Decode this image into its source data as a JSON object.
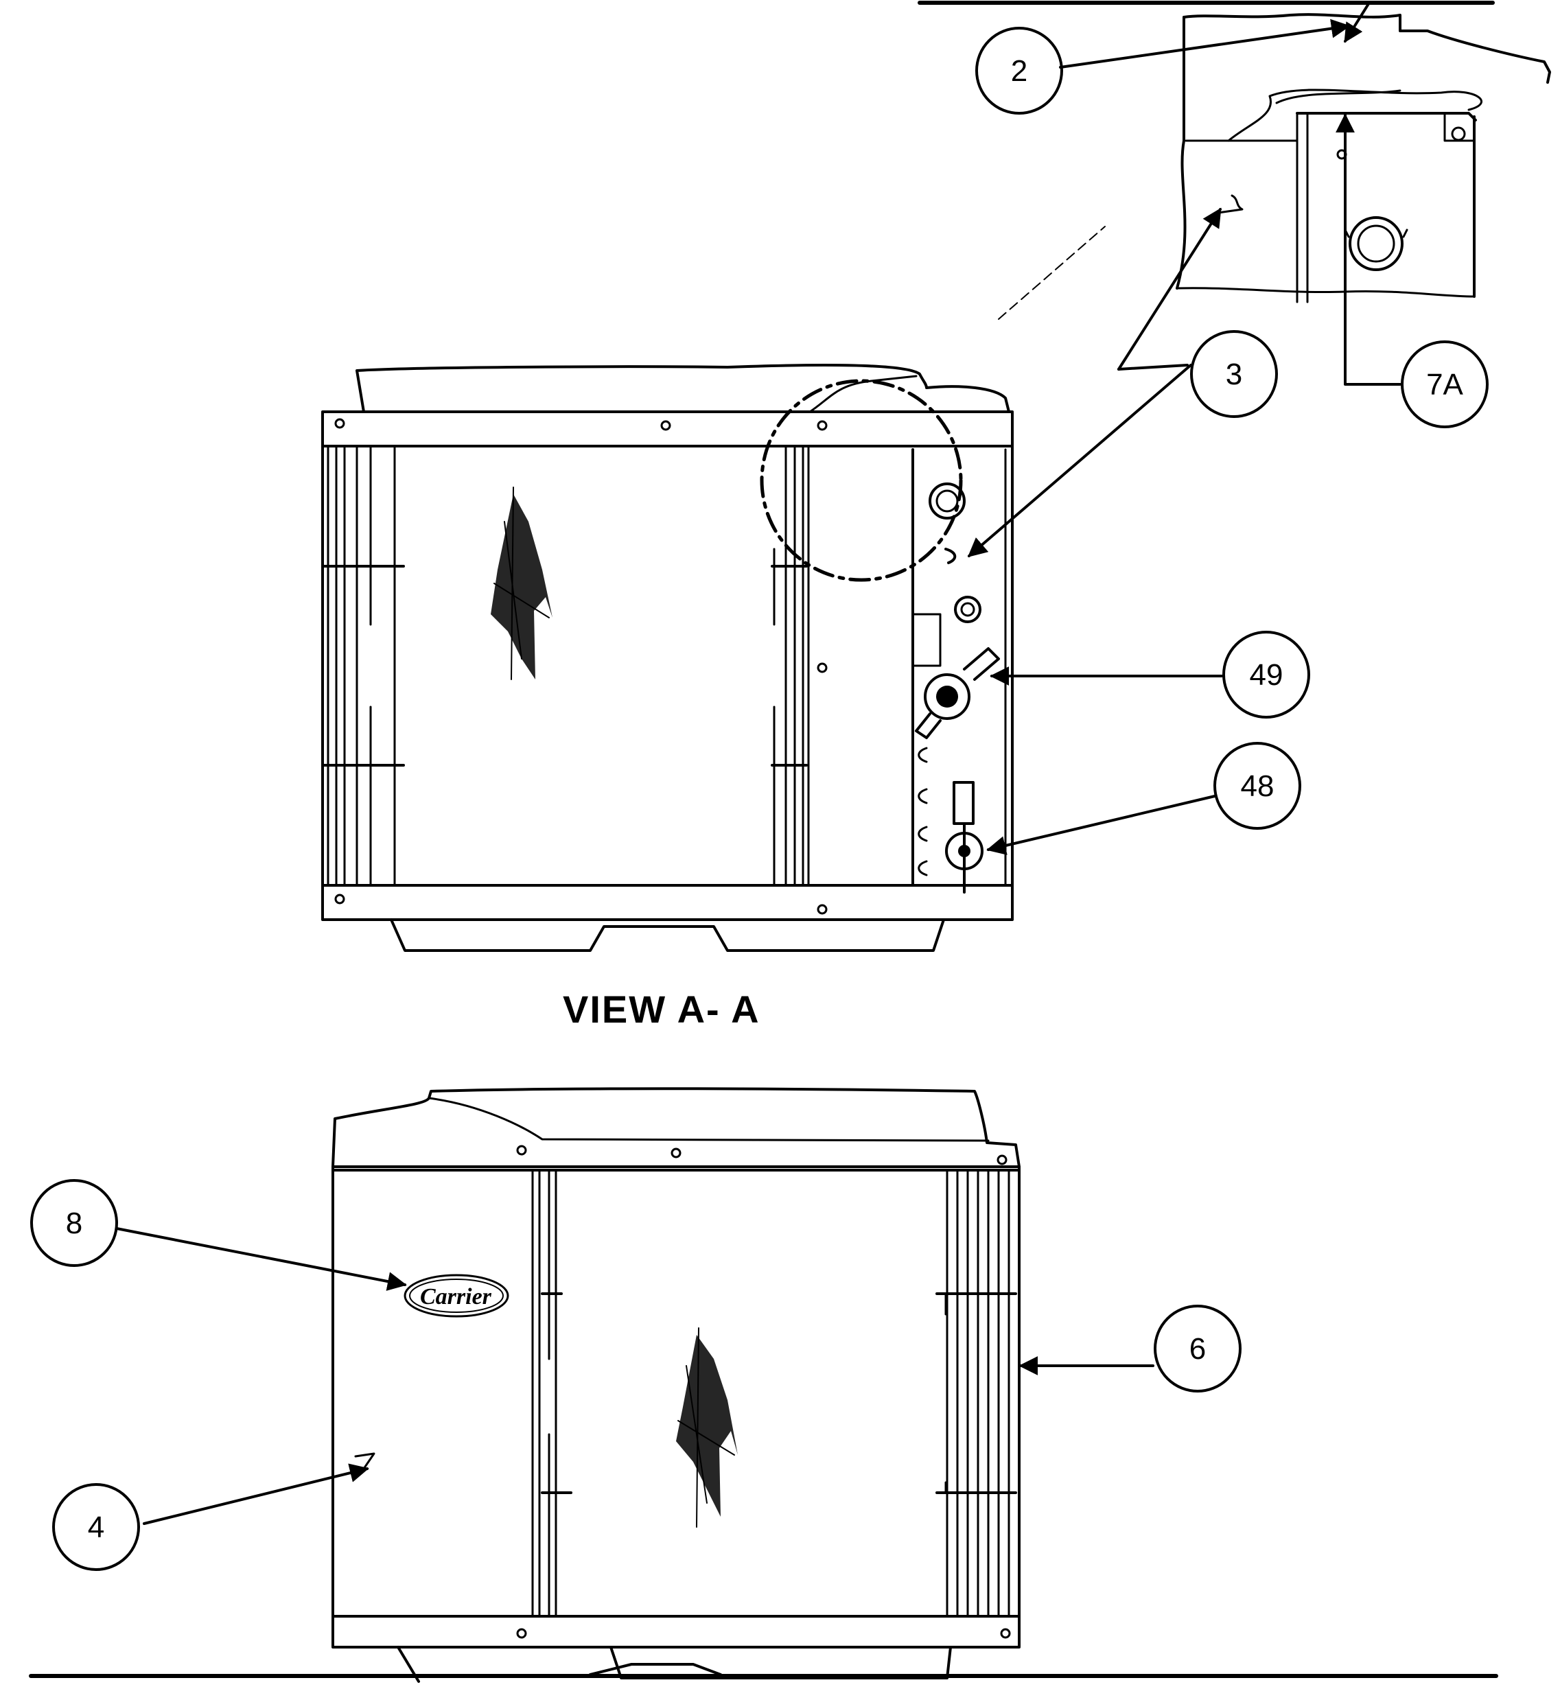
{
  "view_title": "VIEW A- A",
  "brand_logo_text": "Carrier",
  "callouts": [
    {
      "id": "2",
      "label": "2"
    },
    {
      "id": "3",
      "label": "3"
    },
    {
      "id": "7A",
      "label": "7A"
    },
    {
      "id": "49",
      "label": "49"
    },
    {
      "id": "48",
      "label": "48"
    },
    {
      "id": "8",
      "label": "8"
    },
    {
      "id": "6",
      "label": "6"
    },
    {
      "id": "4",
      "label": "4"
    }
  ],
  "colors": {
    "ink": "#000000",
    "paper": "#ffffff"
  }
}
